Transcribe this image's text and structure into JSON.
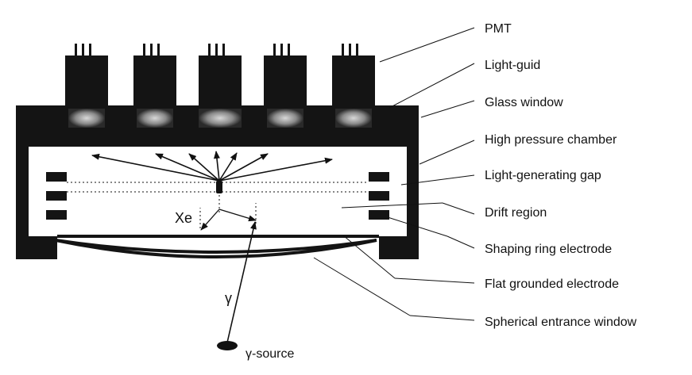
{
  "labels": {
    "pmt": "PMT",
    "light_guide": "Light-guid",
    "glass_window": "Glass window",
    "high_pressure_chamber": "High pressure chamber",
    "light_generating_gap": "Light-generating gap",
    "drift_region": "Drift region",
    "shaping_ring_electrode": "Shaping ring electrode",
    "flat_grounded_electrode": "Flat grounded electrode",
    "spherical_entrance_window": "Spherical entrance window"
  },
  "inner_labels": {
    "gas": "Xe",
    "gamma": "γ",
    "source": "γ-source"
  },
  "colors": {
    "ink": "#111111",
    "background": "#ffffff"
  }
}
